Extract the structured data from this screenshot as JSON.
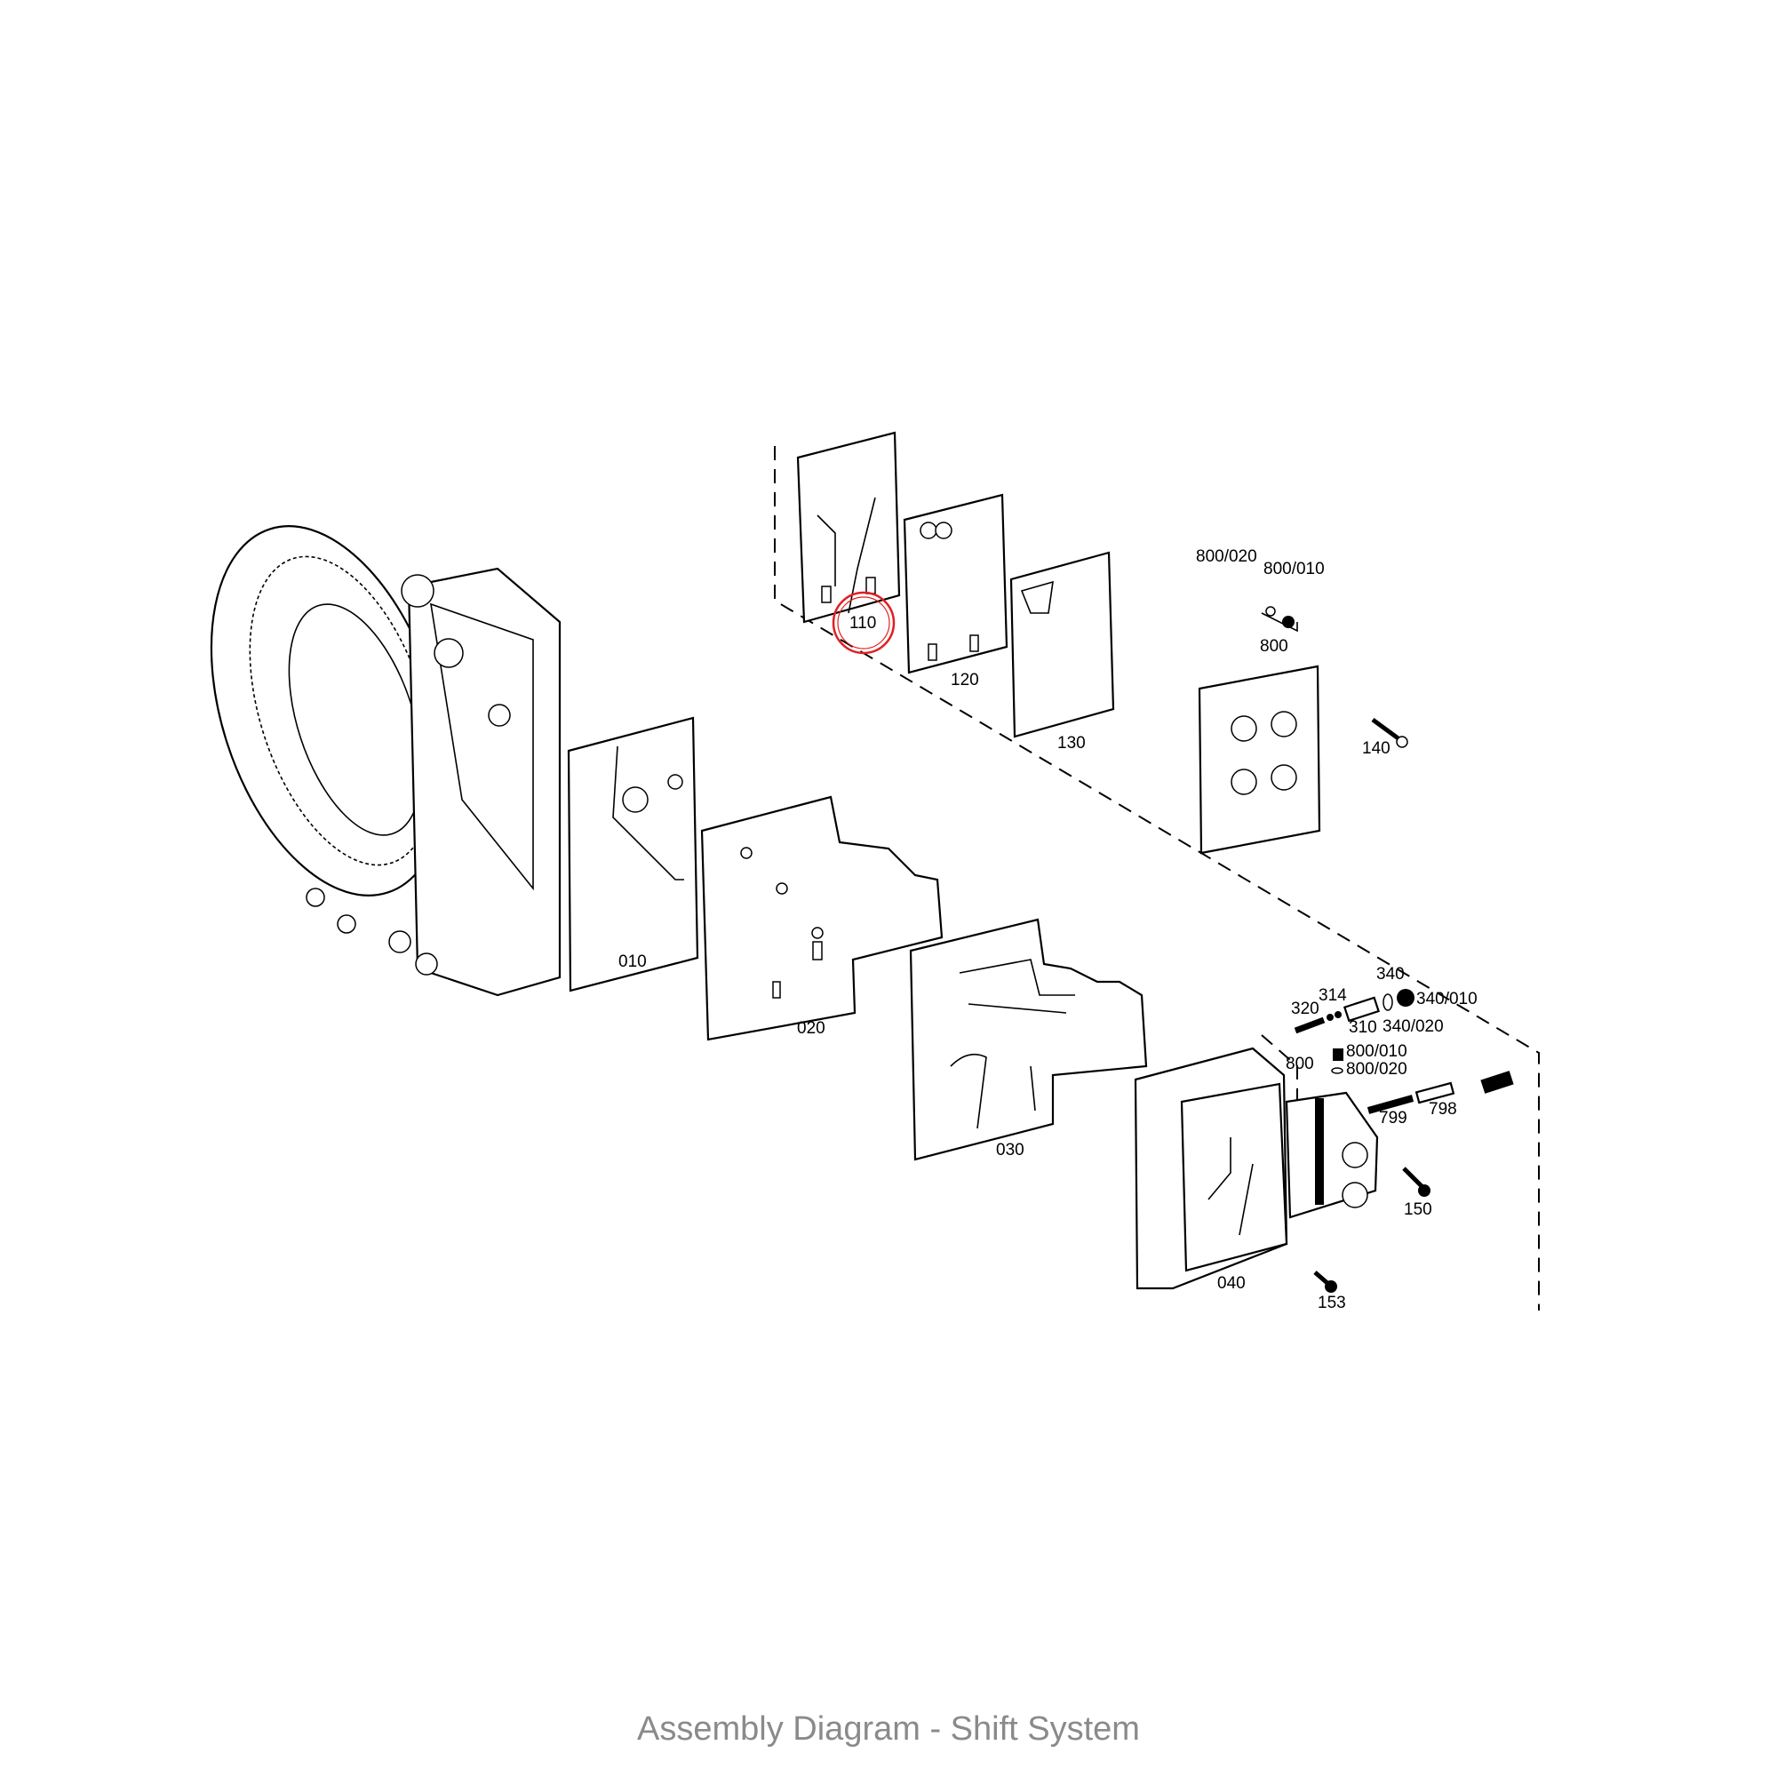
{
  "caption": "Assembly Diagram - Shift System",
  "highlight": {
    "label": "110",
    "color": "#e02020"
  },
  "callouts": {
    "p110": "110",
    "p120": "120",
    "p130": "130",
    "p800_020_top": "800/020",
    "p800_010_top": "800/010",
    "p800_top": "800",
    "p140": "140",
    "p010": "010",
    "p020": "020",
    "p030": "030",
    "p340": "340",
    "p340_010": "340/010",
    "p320": "320",
    "p314": "314",
    "p310": "310",
    "p340_020": "340/020",
    "p800_mid": "800",
    "p800_010_mid": "800/010",
    "p800_020_mid": "800/020",
    "p799": "799",
    "p798": "798",
    "p150": "150",
    "p040": "040",
    "p153": "153"
  }
}
